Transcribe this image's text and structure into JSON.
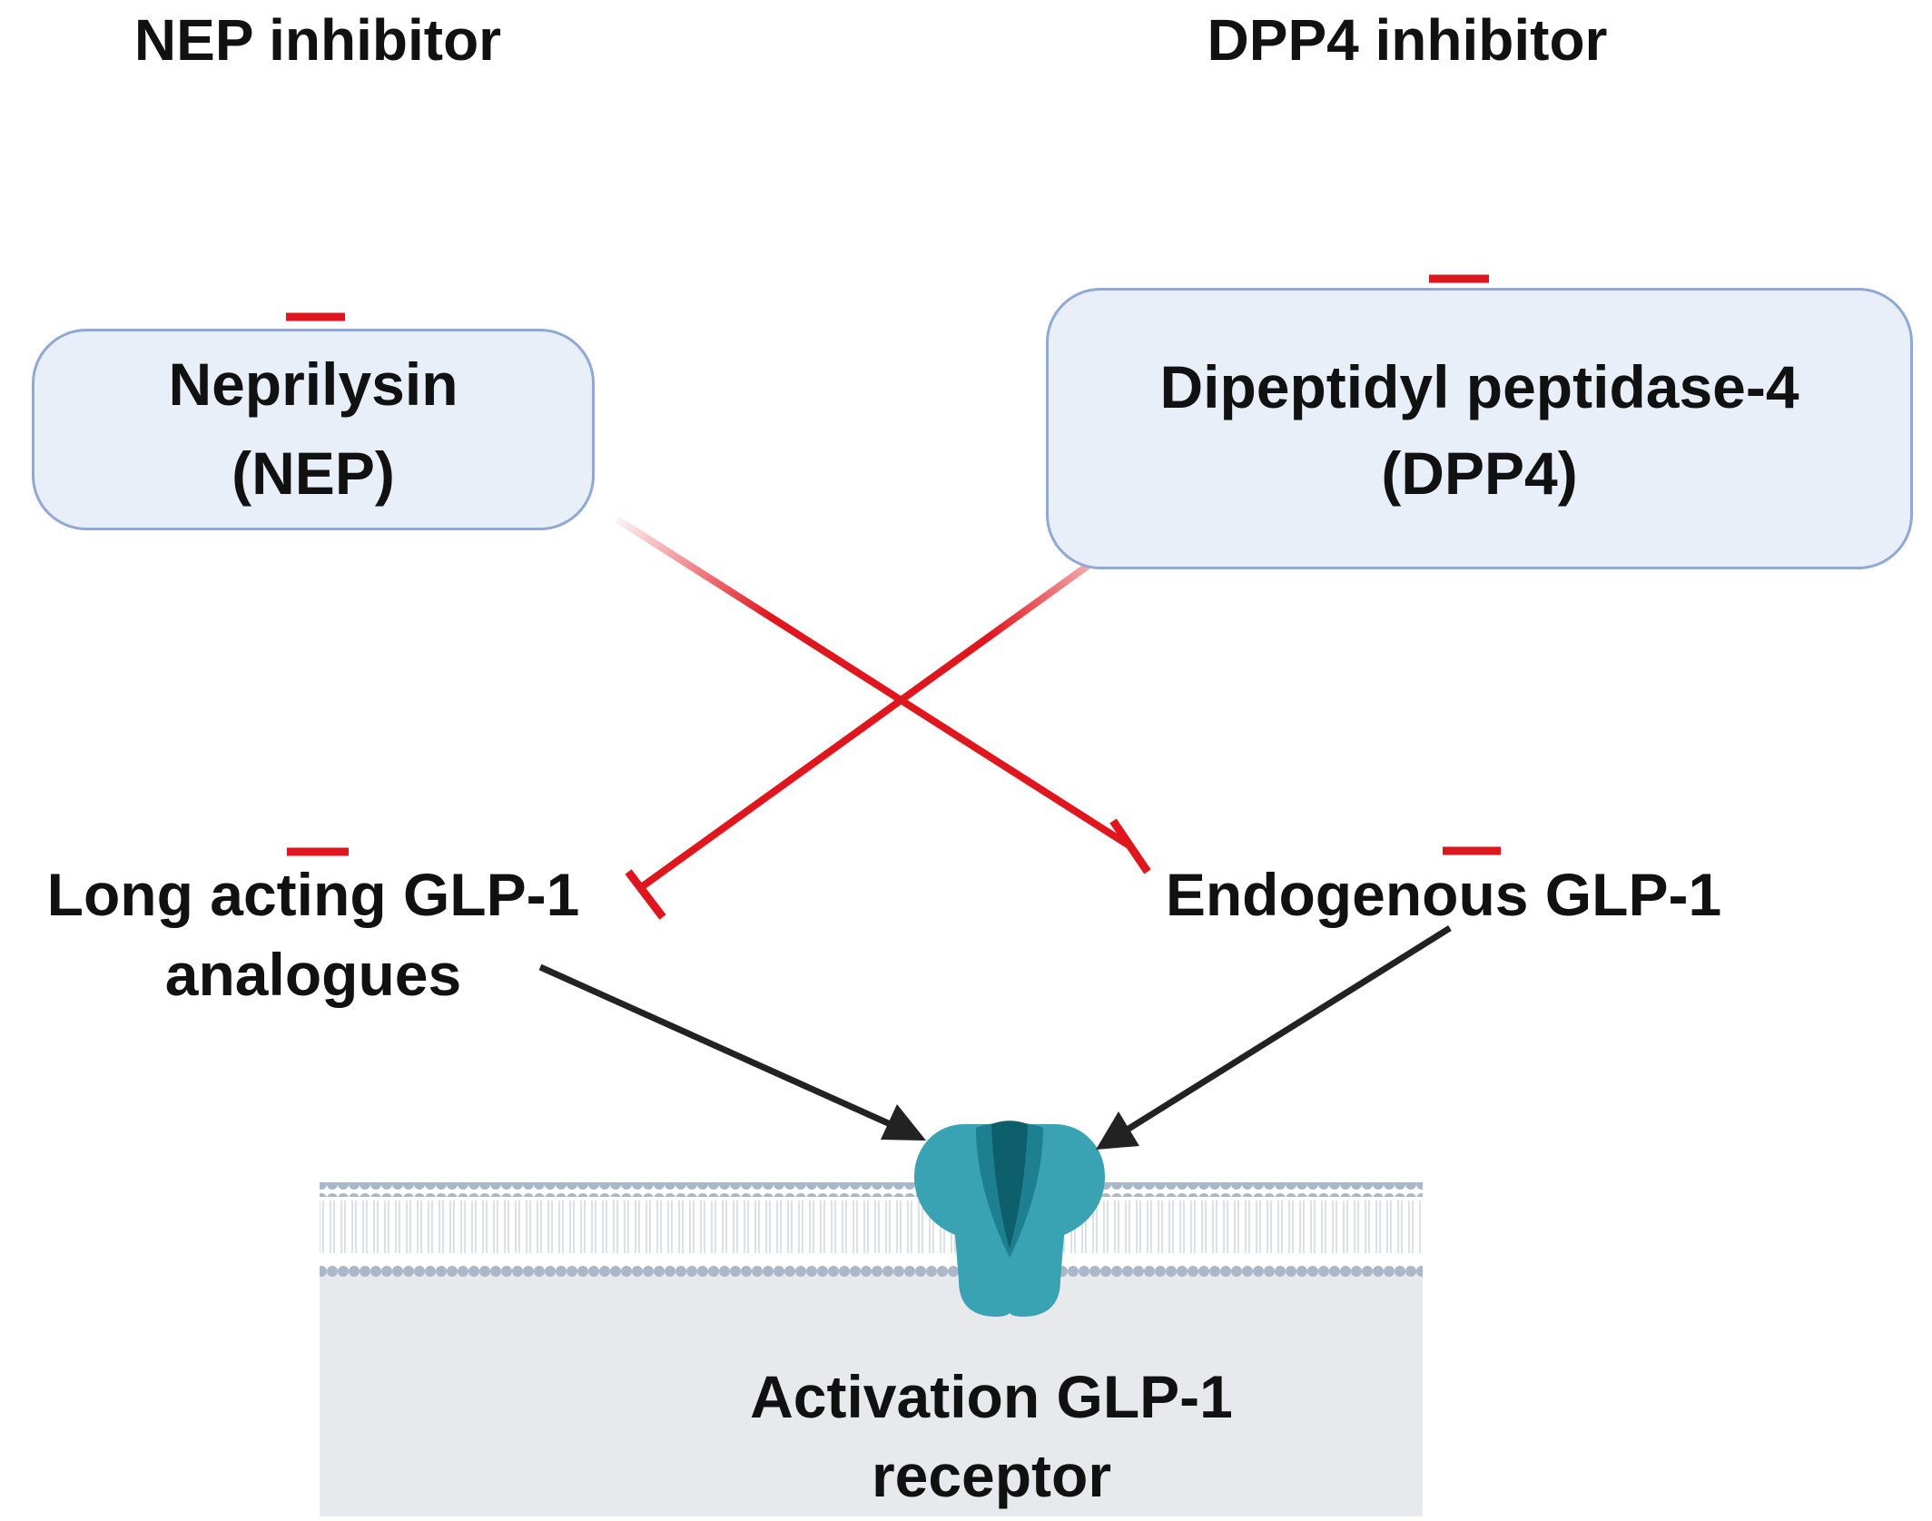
{
  "inhibitors": {
    "nep_label": "NEP inhibitor",
    "dpp4_label": "DPP4 inhibitor"
  },
  "enzymes": {
    "nep": {
      "line1": "Neprilysin",
      "line2": "(NEP)"
    },
    "dpp4": {
      "line1": "Dipeptidyl peptidase-4",
      "line2": "(DPP4)"
    }
  },
  "substrates": {
    "analogues": {
      "line1": "Long acting GLP-1",
      "line2": "analogues"
    },
    "endogenous": {
      "line1": "Endogenous GLP-1"
    }
  },
  "receptor": {
    "line1": "Activation GLP-1",
    "line2": "receptor"
  },
  "colors": {
    "inhibition": "#e0161e",
    "activation": "#222222",
    "box_fill": "#e8eff9",
    "box_border": "#8fa8d6",
    "membrane_bead": "#a9b7c9",
    "cell_interior": "#e8e9ec",
    "receptor_outer": "#3aa3b3",
    "receptor_inner": "#1d7f8f",
    "receptor_core": "#0d5f6b"
  }
}
